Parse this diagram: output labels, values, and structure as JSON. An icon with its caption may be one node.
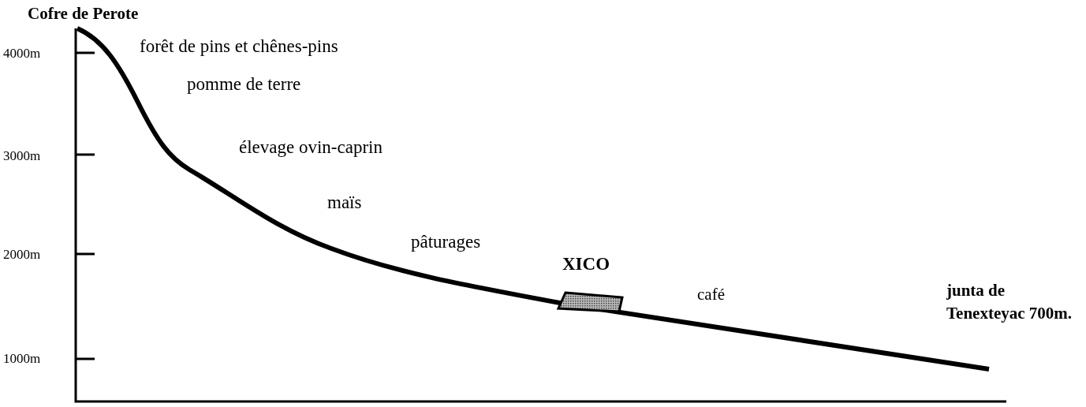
{
  "diagram": {
    "nodes": [
      {
        "text": [
          "XICO"
        ]
      }
    ],
    "labels": [
      "Cofre de Perote",
      "4000m",
      "forêt de pins et chênes-pins",
      "pomme de terre",
      "3000m",
      "élevage ovin-caprin",
      "maïs",
      "2000m",
      "pâturages",
      "café",
      "junta de Tenexteyac 700m.",
      "1000m"
    ]
  }
}
